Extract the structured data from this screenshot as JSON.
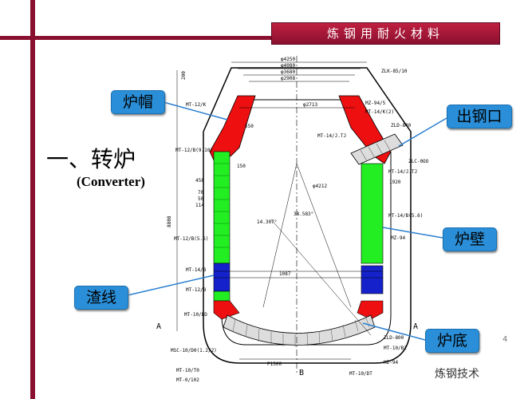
{
  "banner": {
    "text": "炼钢用耐火材料"
  },
  "heading": {
    "title": "一、转炉",
    "subtitle": "(Converter)"
  },
  "callouts": {
    "cap": "炉帽",
    "taphole": "出钢口",
    "wall": "炉壁",
    "slagline": "渣线",
    "bottom": "炉底"
  },
  "dims": {
    "d4250": "φ4250",
    "d4080": "φ4080",
    "d3680": "φ3680",
    "d2908": "φ2908",
    "d2713": "φ2713",
    "d4212": "φ4212",
    "p1500": "P1500",
    "p50": "50",
    "v550": "550",
    "v150": "150",
    "v458": "458",
    "v70": "70",
    "v50b": "50",
    "v114": "114",
    "v1087": "1087",
    "v8808": "8808",
    "v200": "200",
    "a1": "14.307°",
    "a2": "38.583°"
  },
  "parts": {
    "zlk": "ZLK-85/10",
    "mz945": "MZ-94/5",
    "mt14k": "MT-14/K(2)",
    "zld840": "ZLD-840",
    "mt14jt": "MT-14/J.TJ",
    "zlc": "ZLC-0OO",
    "mt14jz": "MT-14/J.TJ",
    "m1920": "1920",
    "mt14b56": "MT-14/B(5.6)",
    "mz94": "MZ-94",
    "zld800": "ZLD-800",
    "mt10b2": "MT-10/B2",
    "mz94b": "MZ-94",
    "mt10dt": "MT-10/DT",
    "mt12k": "MT-12/K",
    "mt12bt": "MT-12/B(9.10)",
    "mt12b56": "MT-12/B(5.6)",
    "mt14bl": "MT-14/B",
    "mt12bl": "MT-12/B",
    "mt10bd": "MT-10/BD",
    "msc": "MSC-10/D0(1.2/2)",
    "mt10t0": "MT-10/T0",
    "mt10102": "MT-0/102"
  },
  "sections": {
    "a_left": "A",
    "a_right": "A",
    "b": "B"
  },
  "page_number": "4",
  "watermark": "炼钢技术"
}
